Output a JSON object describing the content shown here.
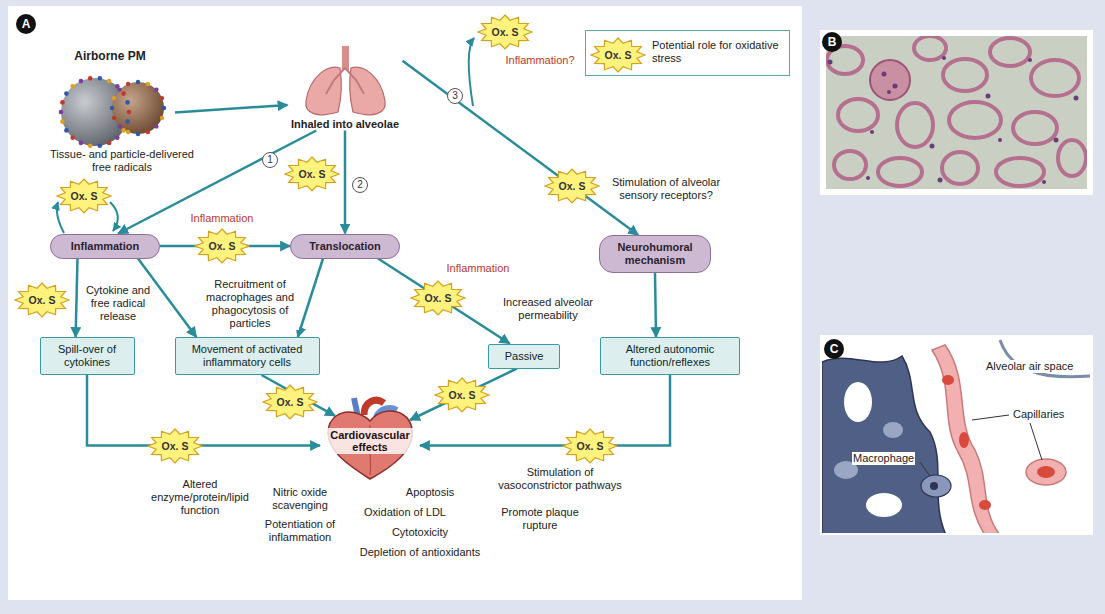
{
  "diagram": {
    "nodes": [
      {
        "text": [
          "Airborne PM"
        ]
      },
      {
        "text": [
          "Inhaled into alveolae"
        ]
      },
      {
        "text": [
          "Ox. S"
        ]
      },
      {
        "text": [
          "Ox. S"
        ]
      },
      {
        "text": [
          "Ox. S"
        ]
      },
      {
        "text": [
          "Ox. S"
        ]
      },
      {
        "text": [
          "Inflammation"
        ]
      },
      {
        "text": [
          "Ox. S"
        ]
      },
      {
        "text": [
          "Translocation"
        ]
      },
      {
        "text": [
          "Neurohumoral mechanism"
        ]
      },
      {
        "text": [
          "Ox. S"
        ]
      },
      {
        "text": [
          "Ox. S"
        ]
      },
      {
        "text": [
          "Spill-over of cytokines"
        ]
      },
      {
        "text": [
          "Movement of activated inflammatory cells"
        ]
      },
      {
        "text": [
          "Passive"
        ]
      },
      {
        "text": [
          "Altered autonomic function/reflexes"
        ]
      },
      {
        "text": [
          "Ox. S"
        ]
      },
      {
        "text": [
          "Ox. S"
        ]
      },
      {
        "text": [
          "Cardiovascular effects"
        ]
      },
      {
        "text": [
          "Ox. S"
        ]
      },
      {
        "text": [
          "Ox. S"
        ]
      }
    ],
    "edges": [
      {
        "from": 0,
        "to": 1,
        "arrow": "to"
      },
      {
        "from": 1,
        "to": 6,
        "arrow": "to"
      },
      {
        "from": 1,
        "to": 8,
        "arrow": "to"
      },
      {
        "from": 1,
        "to": 9,
        "arrow": "to"
      },
      {
        "from": 6,
        "to": 8,
        "arrow": "to"
      },
      {
        "from": 6,
        "to": 12,
        "arrow": "to"
      },
      {
        "from": 6,
        "to": 13,
        "arrow": "to"
      },
      {
        "from": 8,
        "to": 13,
        "arrow": "to"
      },
      {
        "from": 8,
        "to": 14,
        "arrow": "to"
      },
      {
        "from": 9,
        "to": 15,
        "arrow": "to"
      },
      {
        "from": 12,
        "to": 18,
        "arrow": "to"
      },
      {
        "from": 13,
        "to": 18,
        "arrow": "to"
      },
      {
        "from": 14,
        "to": 18,
        "arrow": "to"
      },
      {
        "from": 15,
        "to": 18,
        "arrow": "to"
      }
    ],
    "labels": [
      "A",
      "Ox. S",
      "Inflammation?",
      "1",
      "2",
      "3",
      "Tissue- and particle-delivered free radicals",
      "Inflammation",
      "Stimulation of alveolar sensory receptors?",
      "Cytokine and free radical release",
      "Recruitment of macrophages and phagocytosis of particles",
      "Inflammation",
      "Increased alveolar permeability",
      "Altered enzyme/protein/lipid function",
      "Nitric oxide scavenging",
      "Potentiation of inflammation",
      "Apoptosis",
      "Oxidation of LDL",
      "Cytotoxicity",
      "Depletion of antioxidants",
      "Stimulation of vasoconstrictor pathways",
      "Promote plaque rupture",
      "B",
      "C",
      "Alveolar air space",
      "Capillaries",
      "Macrophage"
    ],
    "legend": [
      {
        "text": "Potential role for oxidative stress"
      }
    ]
  }
}
